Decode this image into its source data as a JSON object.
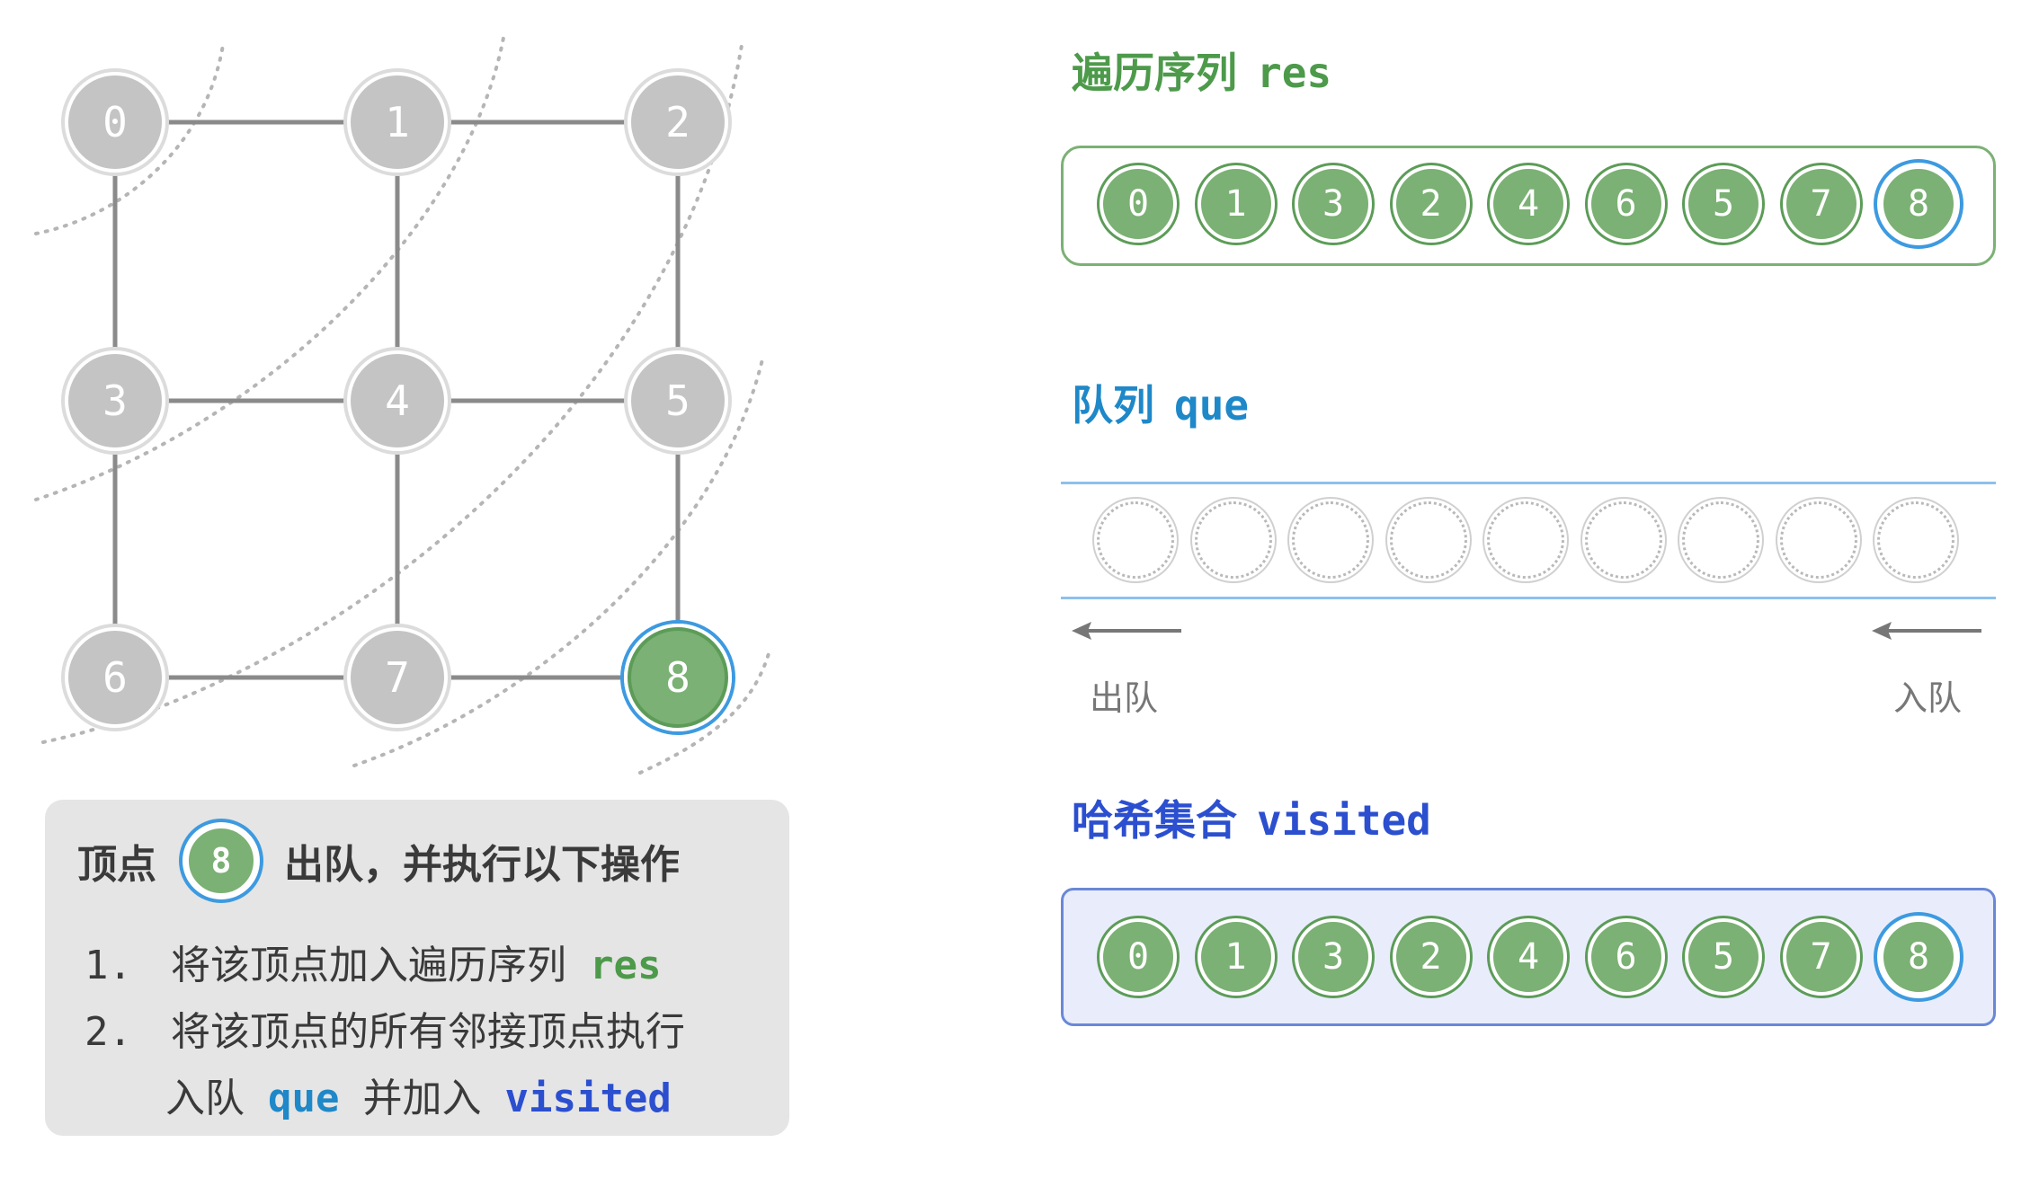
{
  "graph": {
    "vertices": [
      "0",
      "1",
      "2",
      "3",
      "4",
      "5",
      "6",
      "7",
      "8"
    ],
    "edges": [
      [
        0,
        1
      ],
      [
        1,
        2
      ],
      [
        0,
        3
      ],
      [
        1,
        4
      ],
      [
        2,
        5
      ],
      [
        3,
        4
      ],
      [
        4,
        5
      ],
      [
        3,
        6
      ],
      [
        4,
        7
      ],
      [
        5,
        8
      ],
      [
        6,
        7
      ],
      [
        7,
        8
      ]
    ],
    "current_vertex": "8",
    "colors": {
      "visited_fill": "#7bb174",
      "unvisited_fill": "#c4c4c4",
      "edge": "#8a8a8a",
      "highlight_ring": "#3d9ae0",
      "wave": "#b5b5b5"
    }
  },
  "res": {
    "title": "遍历序列",
    "var": "res",
    "items": [
      "0",
      "1",
      "3",
      "2",
      "4",
      "6",
      "5",
      "7",
      "8"
    ],
    "colors": {
      "title": "#4d9a4b",
      "border": "#7bb174",
      "background": "#ffffff"
    }
  },
  "queue": {
    "title": "队列",
    "var": "que",
    "items": [
      "",
      "",
      "",
      "",
      "",
      "",
      "",
      "",
      ""
    ],
    "dequeue_label": "出队",
    "enqueue_label": "入队",
    "colors": {
      "title": "#1e88c8",
      "line": "#8cc0ec"
    }
  },
  "visited": {
    "title": "哈希集合",
    "var": "visited",
    "items": [
      "0",
      "1",
      "3",
      "2",
      "4",
      "6",
      "5",
      "7",
      "8"
    ],
    "colors": {
      "title": "#2b4fcf",
      "border": "#6a88d6",
      "background": "#e9edfb"
    }
  },
  "info": {
    "head_prefix": "顶点",
    "head_vertex": "8",
    "head_suffix": "出队，并执行以下操作",
    "step1_num": "1.",
    "step1_text": "将该顶点加入遍历序列",
    "step1_kw": "res",
    "step2_num": "2.",
    "step2_text": "将该顶点的所有邻接顶点执行",
    "step2_line2_a": "入队",
    "step2_kw1": "que",
    "step2_line2_b": "并加入",
    "step2_kw2": "visited"
  }
}
